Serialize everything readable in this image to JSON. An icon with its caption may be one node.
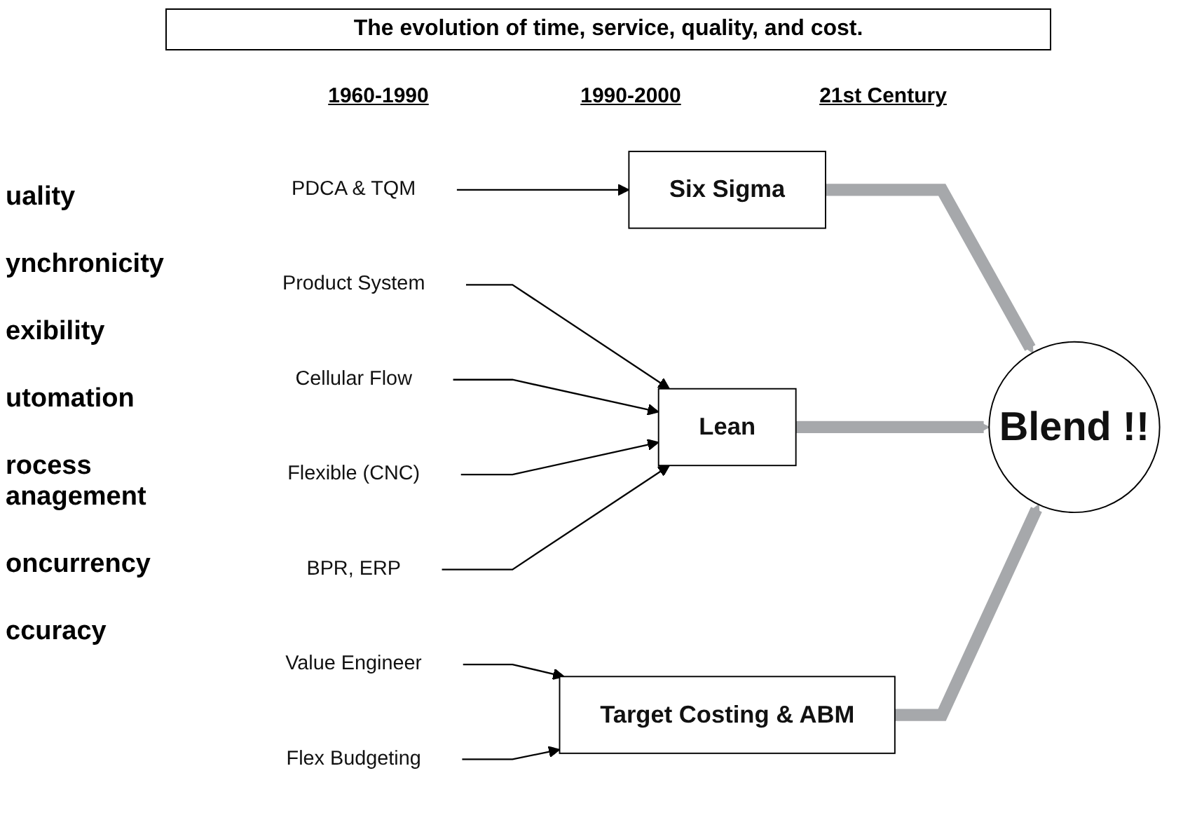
{
  "diagram": {
    "title": "The evolution of time, service, quality, and cost.",
    "nodes": [
      {
        "text": [
          "PDCA & TQM"
        ]
      },
      {
        "text": [
          "Six Sigma"
        ]
      },
      {
        "text": [
          "Product System"
        ]
      },
      {
        "text": [
          "Cellular Flow"
        ]
      },
      {
        "text": [
          "Lean"
        ]
      },
      {
        "text": [
          "Blend !!"
        ]
      },
      {
        "text": [
          "Flexible (CNC)"
        ]
      },
      {
        "text": [
          "BPR, ERP"
        ]
      },
      {
        "text": [
          "Value Engineer"
        ]
      },
      {
        "text": [
          "Target Costing & ABM"
        ]
      },
      {
        "text": [
          "Flex Budgeting"
        ]
      }
    ],
    "edges": [
      {
        "from": 0,
        "to": 1,
        "arrow": "to"
      },
      {
        "from": 2,
        "to": 4,
        "arrow": "to"
      },
      {
        "from": 3,
        "to": 4,
        "arrow": "to"
      },
      {
        "from": 6,
        "to": 4,
        "arrow": "to"
      },
      {
        "from": 7,
        "to": 4,
        "arrow": "to"
      },
      {
        "from": 8,
        "to": 9,
        "arrow": "to"
      },
      {
        "from": 10,
        "to": 9,
        "arrow": "to"
      },
      {
        "from": 1,
        "to": 5,
        "arrow": "to",
        "style": "thick",
        "color": "#a6a8ab"
      },
      {
        "from": 4,
        "to": 5,
        "arrow": "to",
        "style": "thick",
        "color": "#a6a8ab"
      },
      {
        "from": 9,
        "to": 5,
        "arrow": "to",
        "style": "thick",
        "color": "#a6a8ab"
      }
    ],
    "labels": [
      "1960-1990",
      "1990-2000",
      "21st Century",
      "uality",
      "ynchronicity",
      "exibility",
      "utomation",
      "rocess anagement",
      "oncurrency",
      "ccuracy"
    ]
  }
}
